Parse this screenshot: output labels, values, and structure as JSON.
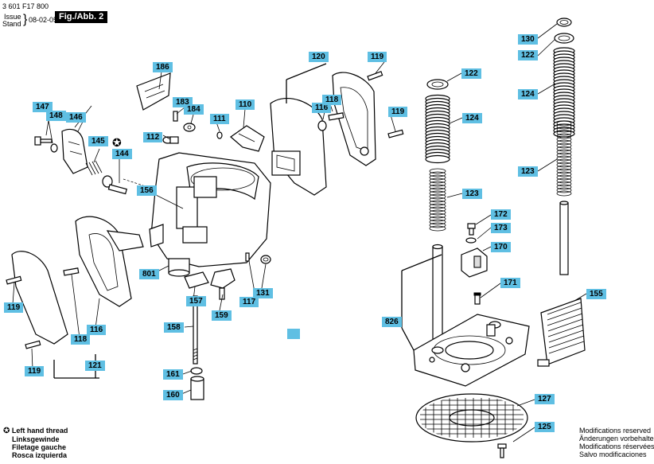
{
  "header": {
    "doc_number": "3 601 F17 800",
    "issue_label_1": "Issue",
    "issue_label_2": "Stand",
    "issue_date": "08-02-05",
    "figure_title": "Fig./Abb. 2"
  },
  "part_labels": [
    "130",
    "122",
    "124",
    "123",
    "120",
    "119",
    "186",
    "183",
    "184",
    "147",
    "148",
    "146",
    "110",
    "116",
    "118",
    "119",
    "111",
    "112",
    "145",
    "144",
    "156",
    "122",
    "124",
    "123",
    "172",
    "173",
    "170",
    "801",
    "131",
    "117",
    "157",
    "159",
    "171",
    "155",
    "158",
    "119",
    "118",
    "116",
    "826",
    "121",
    "119",
    "161",
    "160",
    "127",
    "125"
  ],
  "legend_left": {
    "line1": "Left hand thread",
    "line2": "Linksgewinde",
    "line3": "Filetage gauche",
    "line4": "Rosca izquierda"
  },
  "legend_right": {
    "line1": "Modifications reserved",
    "line2": "Änderungen vorbehalten",
    "line3": "Modifications réservées",
    "line4": "Salvo modificaciones"
  },
  "colors": {
    "label_bg": "#5fbfe3",
    "title_bg": "#000000"
  }
}
